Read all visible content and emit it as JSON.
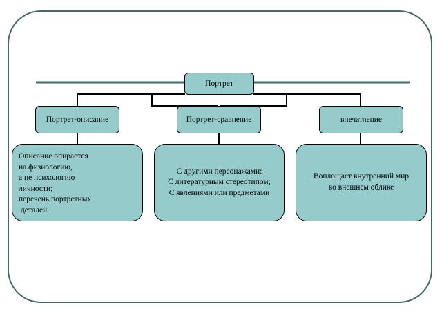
{
  "diagram": {
    "root": {
      "label": "Портрет"
    },
    "branches": [
      {
        "label": "Портрет-описание",
        "detail_lines": [
          "Описание опирается",
          "на физиологию,",
          "а не психологию",
          "личности;",
          "перечень портретных",
          " деталей"
        ]
      },
      {
        "label": "Портрет-сравнение",
        "detail_lines": [
          "С другими персонажами:",
          "С литературным стереотипом;",
          "С явлениями или предметами"
        ]
      },
      {
        "label": "впечатление",
        "detail_lines": [
          "Воплощает внутренний мир",
          "во внешнем облике"
        ]
      }
    ]
  },
  "colors": {
    "node_fill": "#96cbcb",
    "frame_border": "#3f6b69",
    "rule_line": "#3f6b69",
    "connector": "#000000"
  }
}
